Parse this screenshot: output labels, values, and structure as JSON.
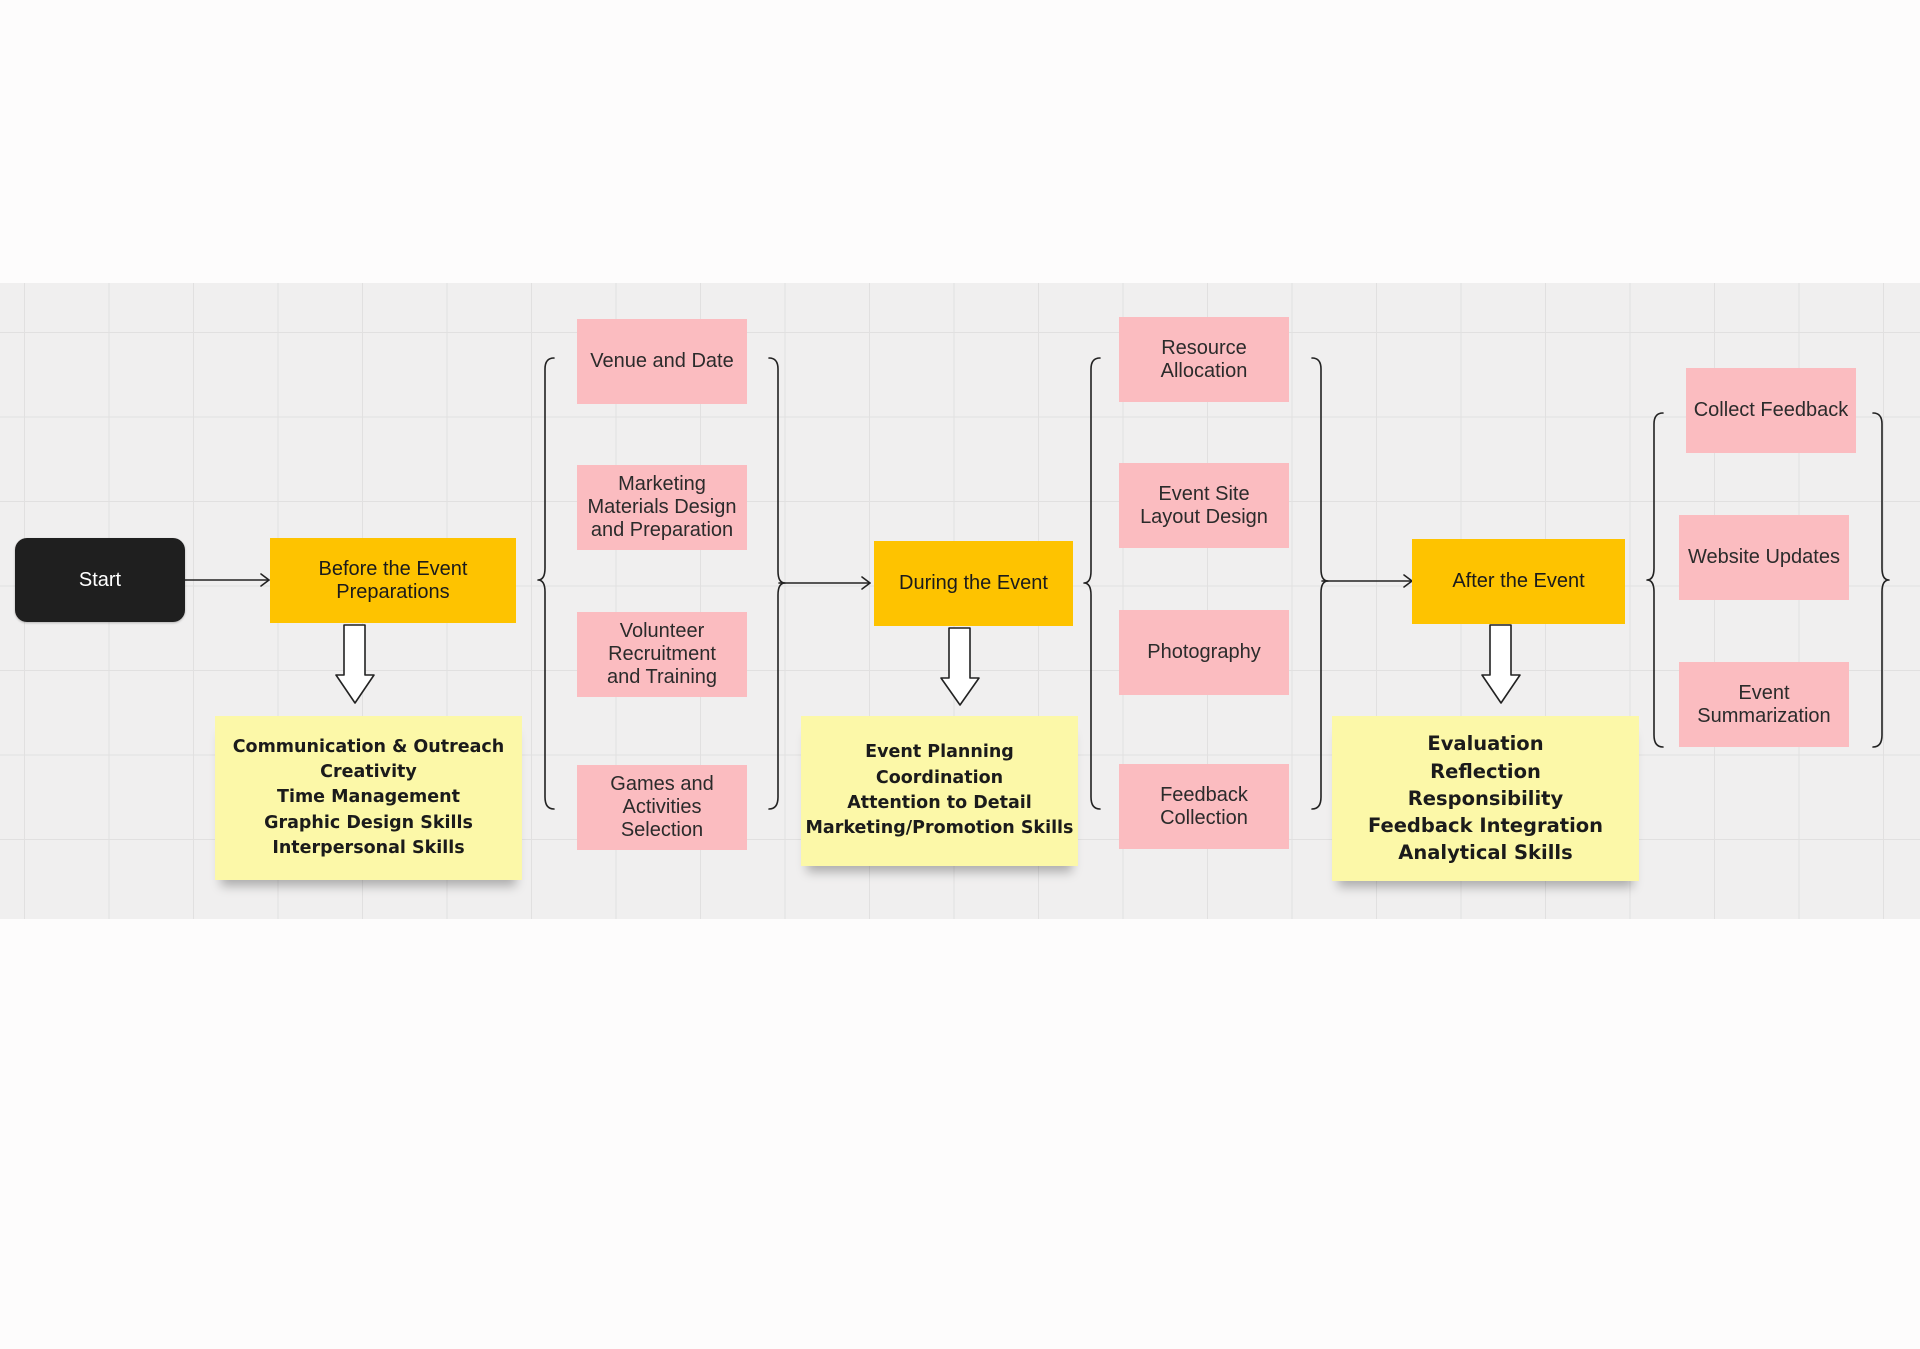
{
  "start": {
    "label": "Start"
  },
  "phases": {
    "before": {
      "label": "Before the Event\nPreparations"
    },
    "during": {
      "label": "During the Event"
    },
    "after": {
      "label": "After the Event"
    }
  },
  "tasks": {
    "venue": "Venue and Date",
    "marketing": "Marketing\nMaterials Design\nand Preparation",
    "volunteer": "Volunteer\nRecruitment\nand Training",
    "games": "Games and\nActivities\nSelection",
    "resource": "Resource\nAllocation",
    "site": "Event Site\nLayout Design",
    "photo": "Photography",
    "feedback_collection": "Feedback\nCollection",
    "collect": "Collect Feedback",
    "website": "Website Updates",
    "summary": "Event\nSummarization"
  },
  "skills": {
    "before": "Communication & Outreach\nCreativity\nTime Management\nGraphic Design Skills\nInterpersonal Skills",
    "during": "Event Planning\nCoordination\nAttention to Detail\nMarketing/Promotion Skills",
    "after": "Evaluation\nReflection\nResponsibility\nFeedback Integration\nAnalytical Skills"
  },
  "colors": {
    "board": "#f0efef",
    "start": "#1f1f1f",
    "phase": "#fec300",
    "task": "#fbbcc0",
    "note": "#fcf8a8",
    "line": "#222222"
  }
}
